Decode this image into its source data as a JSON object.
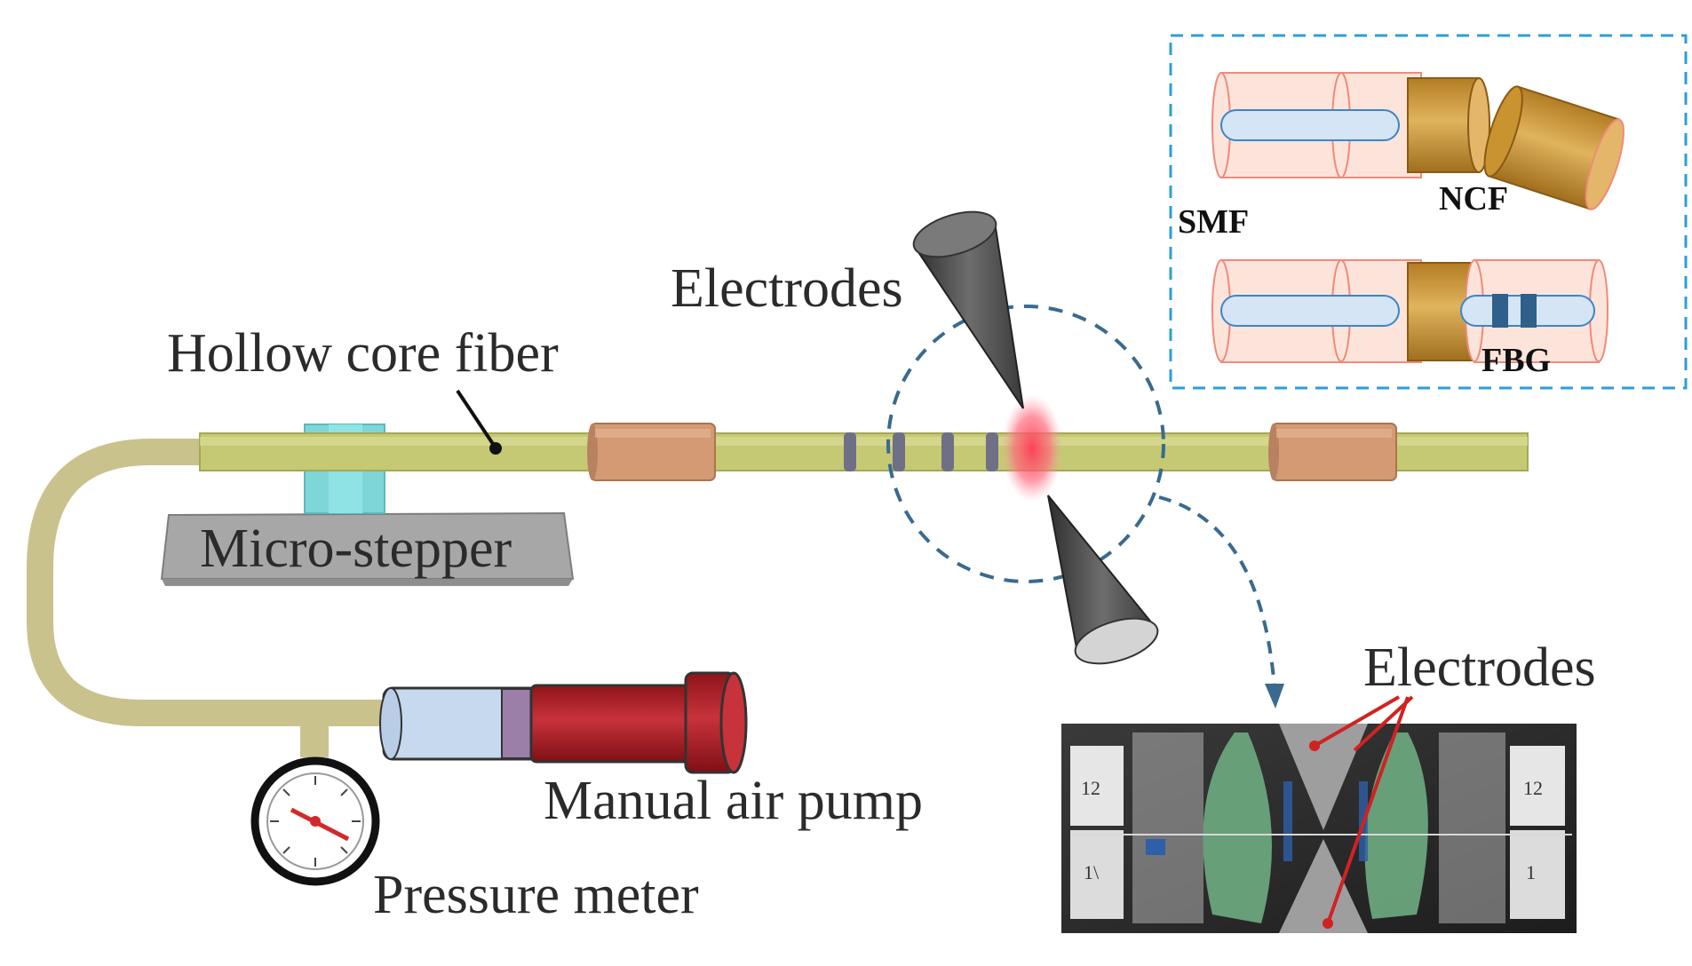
{
  "labels": {
    "hollow_core_fiber": "Hollow core fiber",
    "micro_stepper": "Micro-stepper",
    "electrodes_top": "Electrodes",
    "manual_air_pump": "Manual air pump",
    "pressure_meter": "Pressure meter",
    "electrodes_photo": "Electrodes"
  },
  "inset": {
    "smf": "SMF",
    "ncf": "NCF",
    "fbg": "FBG"
  },
  "photo_marks": {
    "tl": "12",
    "bl": "1\\",
    "tr": "12",
    "br": "1"
  },
  "colors": {
    "fiber": "#c5c974",
    "tube": "#c9c28d",
    "sleeve": "#d39a73",
    "stepper": "#7fd6d8",
    "pump_body": "#c6d9ee",
    "pump_red": "#b42025",
    "inset_border": "#2d9ed8",
    "ncf_gold": "#c9932f",
    "fiber_core": "#d6e5f5",
    "arc_glow": "#ff6a7c",
    "photo_green": "#6aa57c"
  }
}
